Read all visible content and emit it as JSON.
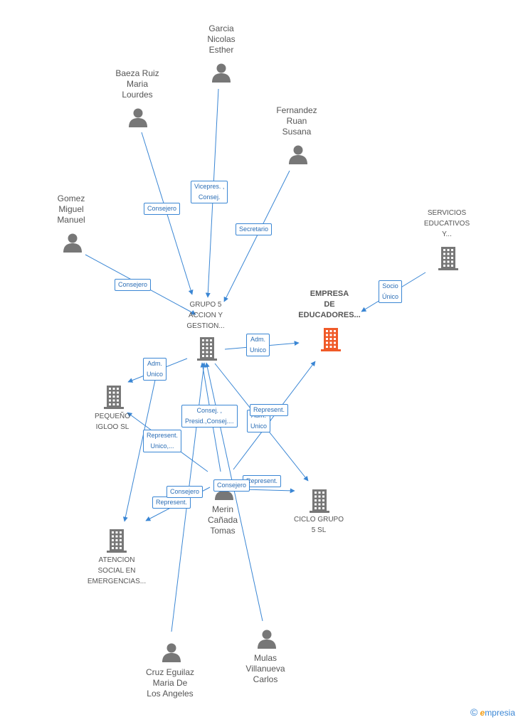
{
  "colors": {
    "edge": "#3a86d4",
    "person": "#777777",
    "company": "#777777",
    "focus": "#f05a28"
  },
  "nodes": [
    {
      "id": "garcia",
      "type": "person",
      "label": "Garcia\nNicolas\nEsther"
    },
    {
      "id": "baeza",
      "type": "person",
      "label": "Baeza Ruiz\nMaria\nLourdes"
    },
    {
      "id": "fernandez",
      "type": "person",
      "label": "Fernandez\nRuan\nSusana"
    },
    {
      "id": "gomez",
      "type": "person",
      "label": "Gomez\nMiguel\nManuel"
    },
    {
      "id": "servicios",
      "type": "company",
      "label": "SERVICIOS\nEDUCATIVOS\nY..."
    },
    {
      "id": "empresa",
      "type": "focus",
      "label": "EMPRESA\nDE\nEDUCADORES..."
    },
    {
      "id": "grupo5",
      "type": "company",
      "label": "GRUPO 5\nACCION Y\nGESTION..."
    },
    {
      "id": "pequeno",
      "type": "company",
      "label": "PEQUEÑO\nIGLOO SL"
    },
    {
      "id": "ciclo",
      "type": "company",
      "label": "CICLO GRUPO\n5  SL"
    },
    {
      "id": "atencion",
      "type": "company",
      "label": "ATENCION\nSOCIAL EN\nEMERGENCIAS..."
    },
    {
      "id": "merin",
      "type": "person",
      "label": "Merin\nCañada\nTomas"
    },
    {
      "id": "cruz",
      "type": "person",
      "label": "Cruz Eguilaz\nMaria De\nLos Angeles"
    },
    {
      "id": "mulas",
      "type": "person",
      "label": "Mulas\nVillanueva\nCarlos"
    }
  ],
  "edges": [
    {
      "from": "garcia",
      "to": "grupo5",
      "label": "Vicepres. ,\nConsej."
    },
    {
      "from": "baeza",
      "to": "grupo5",
      "label": "Consejero"
    },
    {
      "from": "fernandez",
      "to": "grupo5",
      "label": "Secretario"
    },
    {
      "from": "gomez",
      "to": "grupo5",
      "label": "Consejero"
    },
    {
      "from": "servicios",
      "to": "empresa",
      "label": "Socio\nÚnico"
    },
    {
      "from": "grupo5",
      "to": "empresa",
      "label": "Adm.\nUnico"
    },
    {
      "from": "grupo5",
      "to": "pequeno",
      "label": "Adm.\nUnico"
    },
    {
      "from": "grupo5",
      "to": "ciclo",
      "label": "Adm.\nUnico"
    },
    {
      "from": "merin",
      "to": "grupo5",
      "label": "Consej. ,\nPresid.,Consej...."
    },
    {
      "from": "merin",
      "to": "pequeno",
      "label": "Represent.\nUnico,..."
    },
    {
      "from": "merin",
      "to": "empresa",
      "label": "Represent."
    },
    {
      "from": "merin",
      "to": "ciclo",
      "label": "Represent."
    },
    {
      "from": "merin",
      "to": "atencion",
      "label": "Represent."
    },
    {
      "from": "grupo5",
      "to": "atencion",
      "label": "Consejero"
    },
    {
      "from": "cruz",
      "to": "grupo5",
      "label": "Consejero"
    },
    {
      "from": "mulas",
      "to": "grupo5",
      "label": ""
    }
  ],
  "footer": {
    "copyright": "©",
    "brand_first": "e",
    "brand_rest": "mpresia"
  }
}
